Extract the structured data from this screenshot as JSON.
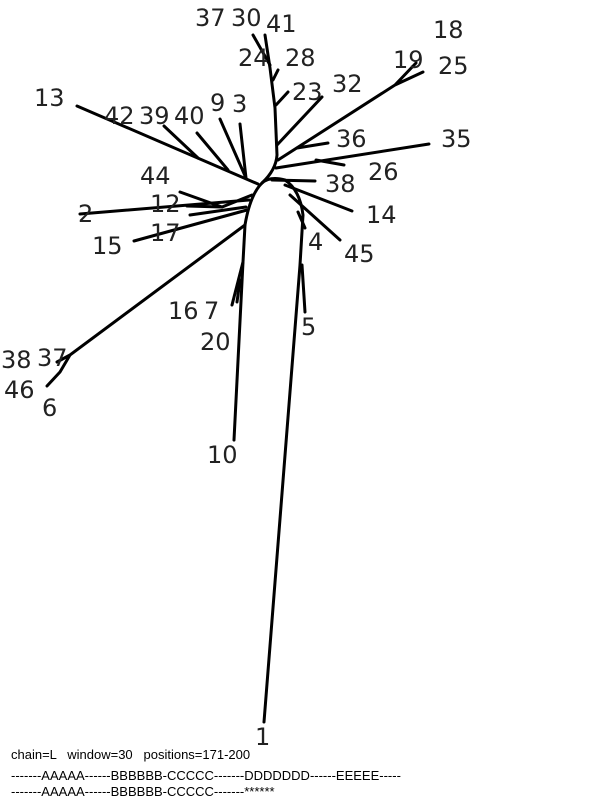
{
  "tree": {
    "leaves": {
      "l1": "1",
      "l10": "10",
      "l5": "5",
      "l4": "4",
      "l45": "45",
      "l14": "14",
      "l38a": "38",
      "l26": "26",
      "l35": "35",
      "l36": "36",
      "l32": "32",
      "l23": "23",
      "l19": "19",
      "l18": "18",
      "l25": "25",
      "l28": "28",
      "l24": "24",
      "l41": "41",
      "l30": "30",
      "l37a": "37",
      "l13": "13",
      "l42": "42",
      "l39": "39",
      "l40": "40",
      "l9": "9",
      "l3": "3",
      "l44": "44",
      "l12": "12",
      "l17": "17",
      "l2": "2",
      "l15": "15",
      "l16": "16",
      "l7": "7",
      "l20": "20",
      "l38b": "38",
      "l37b": "37",
      "l46": "46",
      "l6": "6"
    }
  },
  "info": {
    "params": "chain=L   window=30   positions=171-200",
    "seq1": "-------AAAAA------BBBBBB-CCCCC-------DDDDDDD------EEEEE-----",
    "seq2": "-------AAAAA------BBBBBB-CCCCC-------******"
  }
}
